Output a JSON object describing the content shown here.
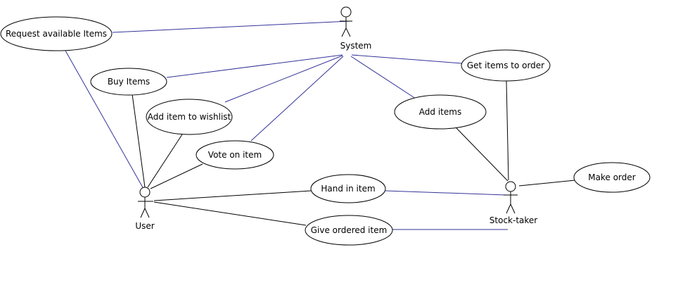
{
  "actors": {
    "system": "System",
    "user": "User",
    "stock_taker": "Stock-taker"
  },
  "use_cases": {
    "request_items": "Request available Items",
    "buy_items": "Buy Items",
    "add_wishlist": "Add item to wishlist",
    "vote": "Vote on item",
    "hand_in": "Hand in item",
    "give_ordered": "Give ordered item",
    "get_items": "Get items to order",
    "add_items": "Add items",
    "make_order": "Make order"
  },
  "colors": {
    "system_link": "#333399",
    "actor_link": "#000000"
  }
}
